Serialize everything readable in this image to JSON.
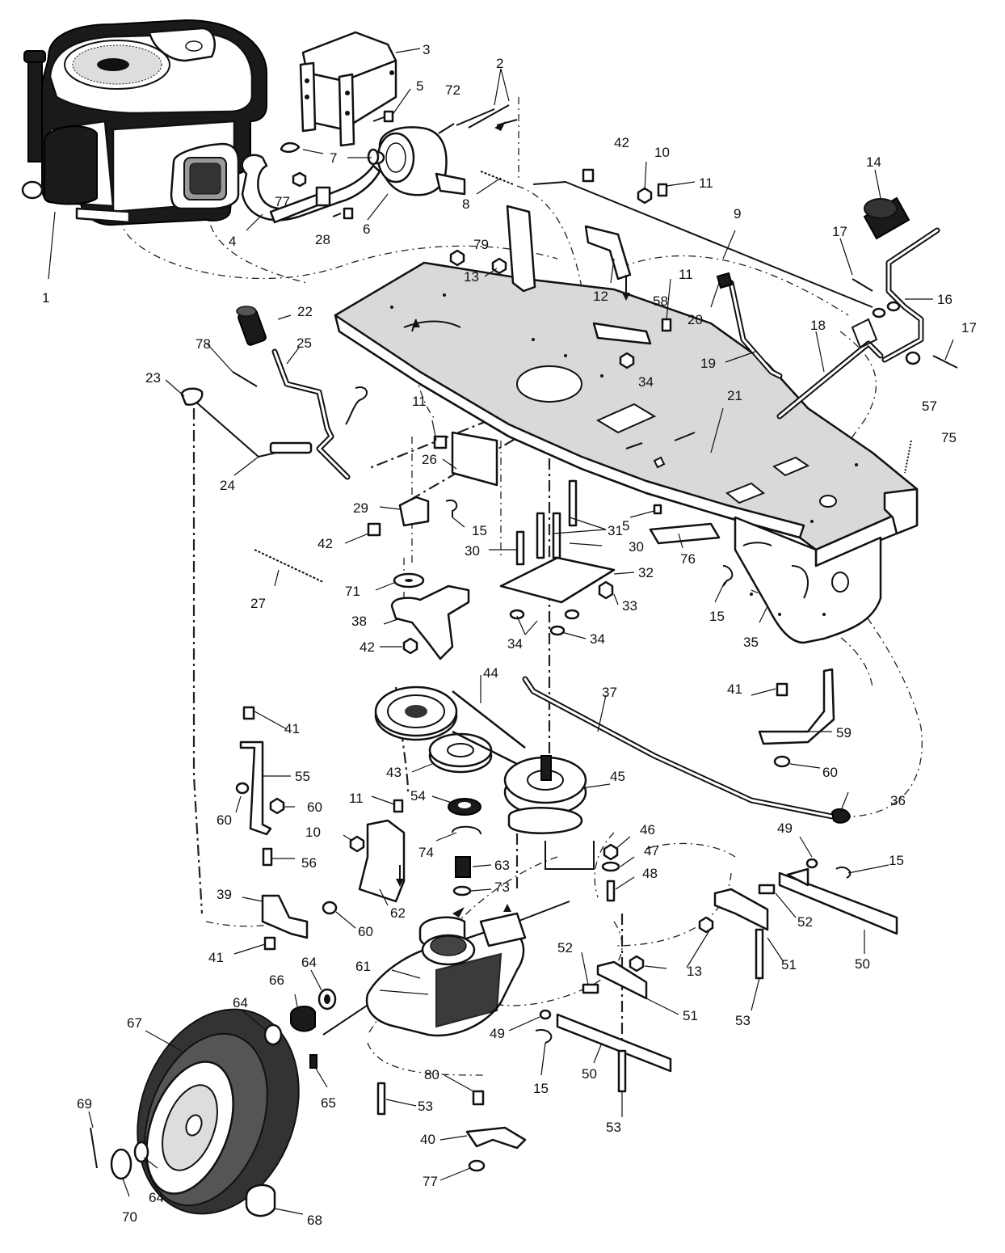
{
  "figure": {
    "labels": [
      "1",
      "2",
      "3",
      "4",
      "5",
      "5",
      "6",
      "7",
      "8",
      "9",
      "10",
      "10",
      "11",
      "11",
      "11",
      "11",
      "12",
      "13",
      "13",
      "14",
      "15",
      "15",
      "15",
      "15",
      "16",
      "17",
      "17",
      "18",
      "19",
      "20",
      "21",
      "22",
      "23",
      "24",
      "25",
      "26",
      "27",
      "28",
      "29",
      "30",
      "30",
      "31",
      "32",
      "33",
      "34",
      "34",
      "34",
      "35",
      "36",
      "37",
      "38",
      "39",
      "40",
      "41",
      "41",
      "41",
      "42",
      "42",
      "42",
      "43",
      "44",
      "45",
      "46",
      "47",
      "48",
      "49",
      "49",
      "50",
      "50",
      "51",
      "51",
      "52",
      "52",
      "53",
      "53",
      "53",
      "54",
      "55",
      "56",
      "57",
      "58",
      "59",
      "60",
      "60",
      "60",
      "60",
      "61",
      "62",
      "63",
      "64",
      "64",
      "64",
      "65",
      "66",
      "67",
      "68",
      "69",
      "70",
      "71",
      "72",
      "73",
      "74",
      "75",
      "76",
      "77",
      "77",
      "78",
      "79",
      "80"
    ]
  }
}
